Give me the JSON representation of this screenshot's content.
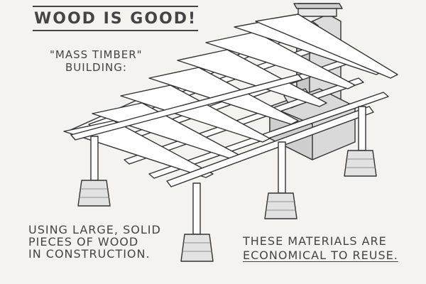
{
  "title": "WOOD IS GOOD!",
  "mass_timber": {
    "line1": "\"MASS TIMBER\"",
    "line2": "BUILDING:"
  },
  "caption_left": {
    "line1": "USING LARGE, SOLID",
    "line2": "PIECES OF WOOD",
    "line3": "IN CONSTRUCTION."
  },
  "caption_right": {
    "line1": "THESE MATERIALS ARE",
    "line2": "ECONOMICAL TO REUSE."
  },
  "colors": {
    "background": "#f4f3ef",
    "ink": "#333333",
    "wood": "#ffffff",
    "stone": "#e2e2e2",
    "concrete": "#d9d9d9"
  },
  "icons": [
    "timber-pavilion-illustration",
    "stone-pier-footing",
    "chimney-stove"
  ]
}
